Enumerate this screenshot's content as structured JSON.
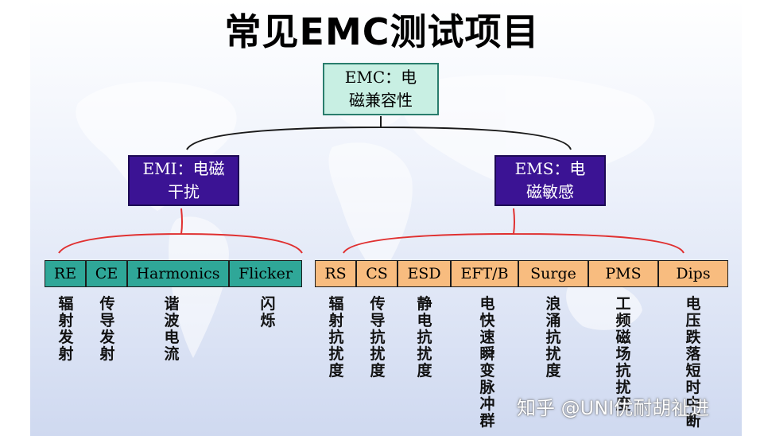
{
  "title": "常见EMC测试项目",
  "root": {
    "line1": "EMC：电",
    "line2": "磁兼容性"
  },
  "emi": {
    "line1": "EMI：电磁",
    "line2": "干扰"
  },
  "ems": {
    "line1": "EMS：电",
    "line2": "磁敏感"
  },
  "emi_items": [
    {
      "label": "RE",
      "desc": "辐射发射"
    },
    {
      "label": "CE",
      "desc": "传导发射"
    },
    {
      "label": "Harmonics",
      "desc": "谐波电流"
    },
    {
      "label": "Flicker",
      "desc": "闪烁"
    }
  ],
  "ems_items": [
    {
      "label": "RS",
      "desc": "辐射抗扰度"
    },
    {
      "label": "CS",
      "desc": "传导抗扰度"
    },
    {
      "label": "ESD",
      "desc": "静电抗扰度"
    },
    {
      "label": "EFT/B",
      "desc": "电快速瞬变脉冲群"
    },
    {
      "label": "Surge",
      "desc": "浪涌抗扰度"
    },
    {
      "label": "PMS",
      "desc": "工频磁场抗扰度"
    },
    {
      "label": "Dips",
      "desc": "电压跌落短时中断"
    }
  ],
  "watermark": "知乎 @UNI优耐胡祉进",
  "colors": {
    "emc_fill": "#c8efe3",
    "emi_ems_fill": "#3b1394",
    "emi_cell": "#2fa798",
    "ems_cell": "#f8bc7f",
    "bracket": "#e03030",
    "connector": "#1a1a1a"
  }
}
